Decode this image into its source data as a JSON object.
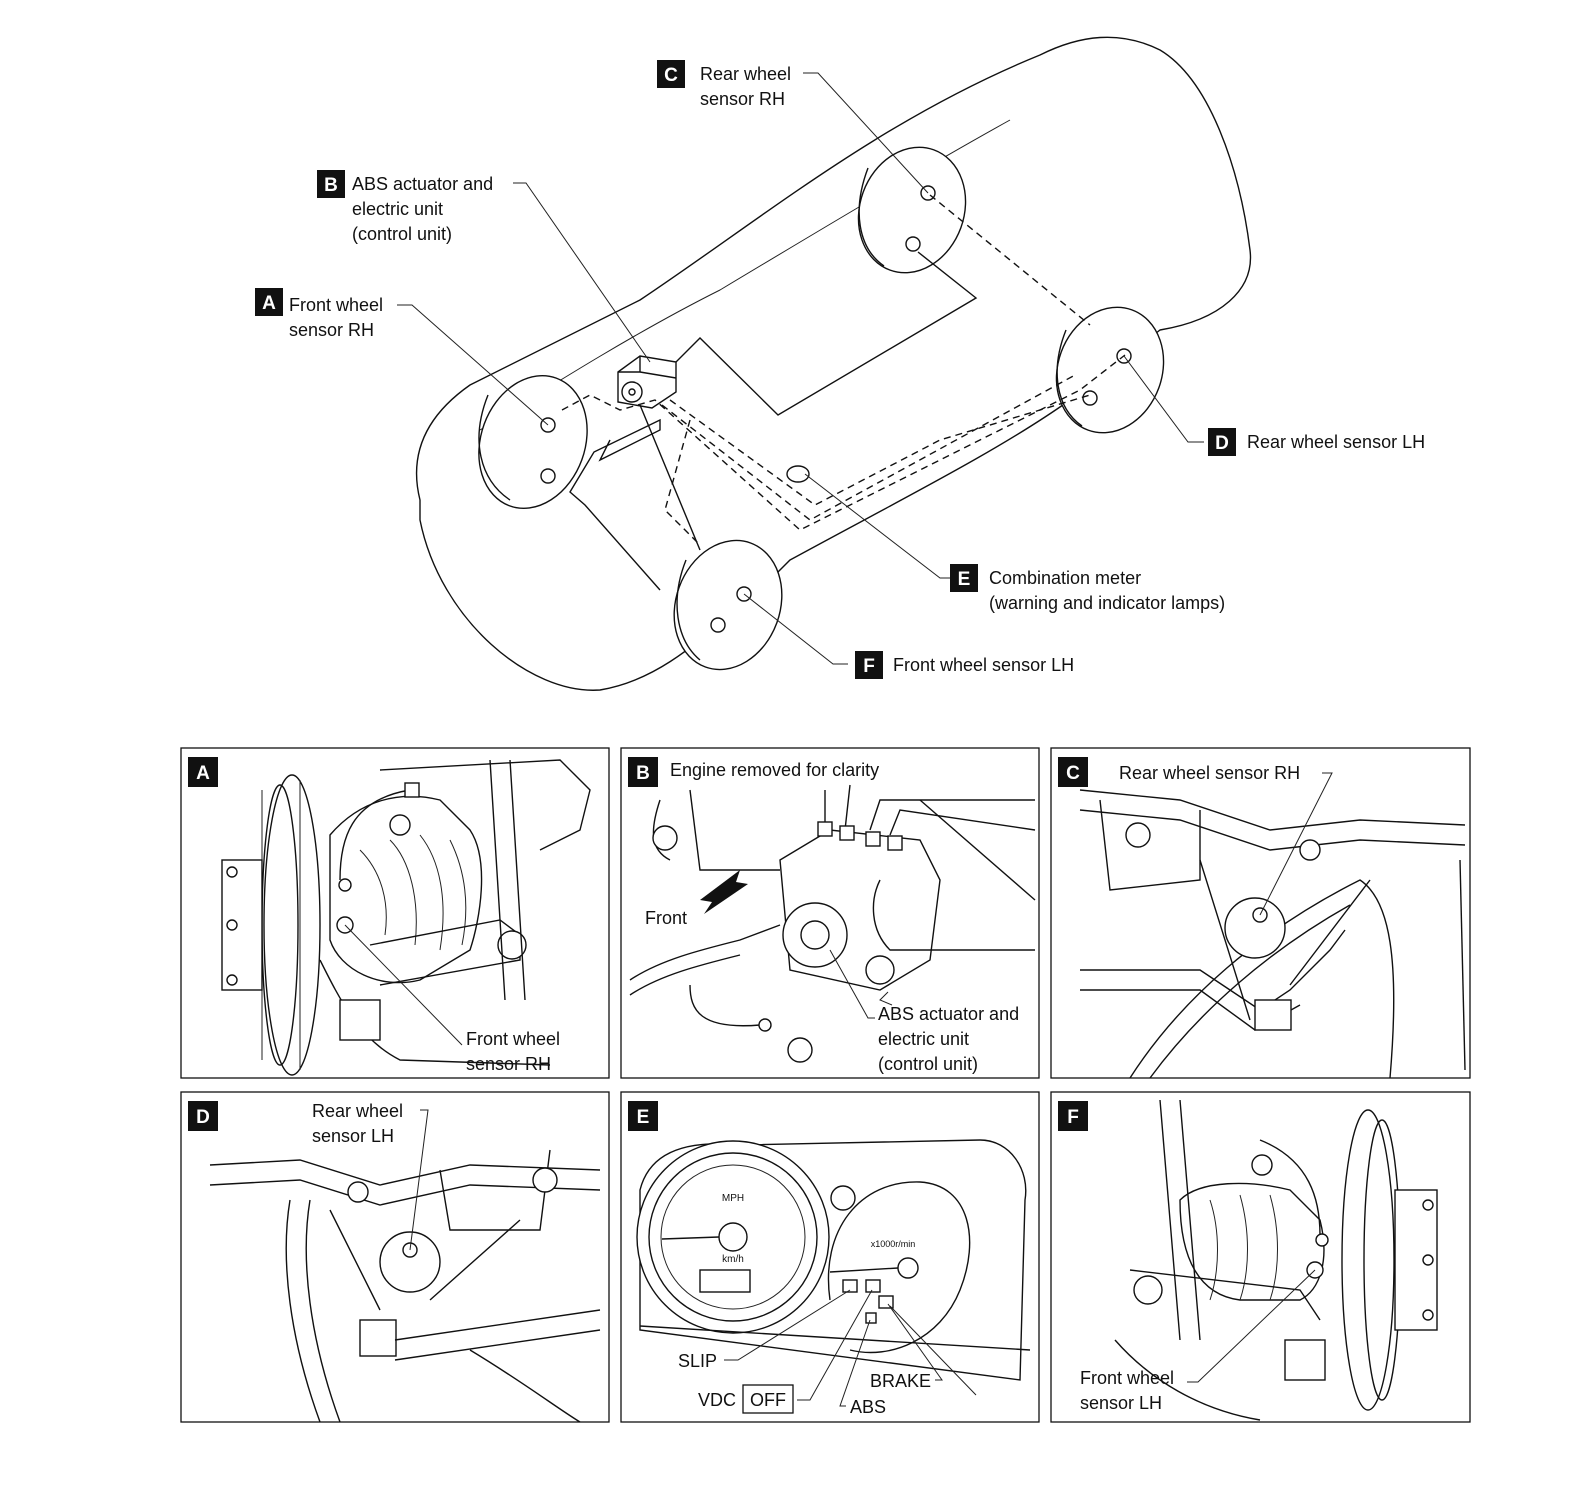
{
  "overview": {
    "callouts": {
      "A": {
        "tag": "A",
        "line1": "Front wheel",
        "line2": "sensor RH"
      },
      "B": {
        "tag": "B",
        "line1": "ABS actuator and",
        "line2": "electric unit",
        "line3": "(control unit)"
      },
      "C": {
        "tag": "C",
        "line1": "Rear wheel",
        "line2": "sensor RH"
      },
      "D": {
        "tag": "D",
        "line1": "Rear wheel sensor LH"
      },
      "E": {
        "tag": "E",
        "line1": "Combination meter",
        "line2": "(warning and indicator lamps)"
      },
      "F": {
        "tag": "F",
        "line1": "Front wheel sensor LH"
      }
    }
  },
  "panels": {
    "A": {
      "tag": "A",
      "label1": "Front wheel",
      "label2": "sensor RH"
    },
    "B": {
      "tag": "B",
      "title": "Engine removed for clarity",
      "front": "Front",
      "label1": "ABS actuator and",
      "label2": "electric unit",
      "label3": "(control unit)"
    },
    "C": {
      "tag": "C",
      "label1": "Rear wheel sensor RH"
    },
    "D": {
      "tag": "D",
      "label1": "Rear wheel",
      "label2": "sensor LH"
    },
    "E": {
      "tag": "E",
      "mph": "MPH",
      "kmh": "km/h",
      "rpm": "x1000r/min",
      "slip": "SLIP",
      "vdc": "VDC",
      "off": "OFF",
      "abs": "ABS",
      "brake": "BRAKE"
    },
    "F": {
      "tag": "F",
      "label1": "Front wheel",
      "label2": "sensor LH"
    }
  },
  "colors": {
    "ink": "#111111",
    "paper": "#ffffff"
  }
}
